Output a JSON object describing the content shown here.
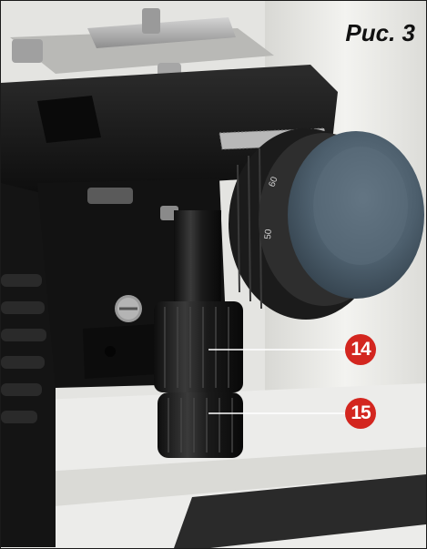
{
  "figure": {
    "label": "Рис. 3"
  },
  "callouts": [
    {
      "number": "14"
    },
    {
      "number": "15"
    }
  ],
  "dial": {
    "scale_labels": [
      "60",
      "50"
    ]
  },
  "colors": {
    "callout_red": "#d3261f",
    "dial_blue_gray": "#4d5f6d",
    "body_black": "#1c1c1c",
    "stand_white": "#eeeeea"
  }
}
